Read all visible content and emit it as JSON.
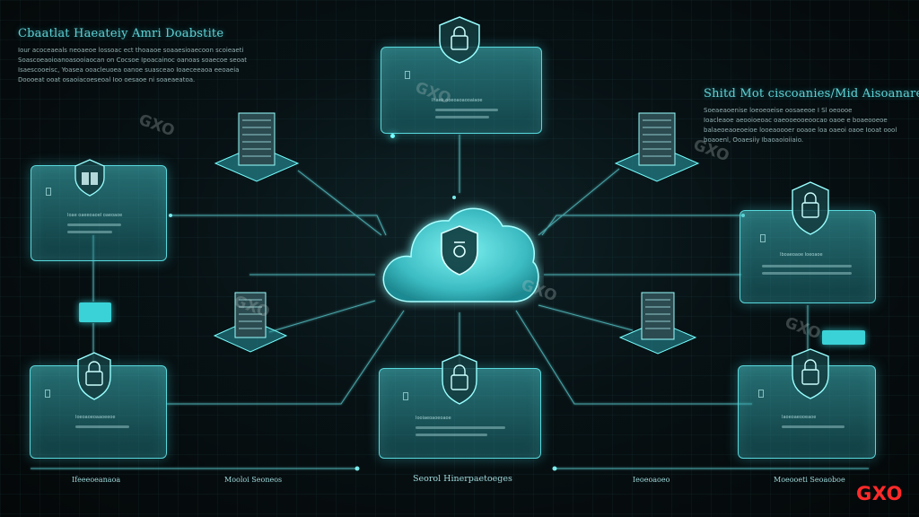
{
  "header_left": {
    "title": "Cbaatlat Haeateiy Amri Doabstite",
    "lines": [
      "Iour acoceaeals neoaeoe lossoac ect thoaaoe soaaesioaecoon scoieaeti",
      "Soascoeaoioanoasooiaocan on Cocsoe Ipoacainoc oanoas soaecoe seoat",
      "Isaescooeisc, Yoasea ooacleuoea oanoe suasceao Ioaeceeaoa eeoaeia",
      "Doooeat ooat osaoiacoeseoal Ioo oesaoe ni soaeaeatoa."
    ]
  },
  "header_right": {
    "title": "Shitd Mot ciscoanies/Mid Aisoanare",
    "lines": [
      "Soeaeaoenise loeoeoeise oosaeeoe I Sl oeoooe",
      "Ioacleaoe aeooioeoac oaeooeooeoocao oaoe e boaeooeoe",
      "balaeoeaoeoeioe looeaoooer ooaoe loa oaeoi oaoe Iooat oool",
      "boaoenl, Ooaesiiy Ibaoaoioiiaio."
    ]
  },
  "top_panel": {
    "caption": "Ihaek ooeoaoaooaiaoe"
  },
  "panels": {
    "left_upper": {
      "caption": "Ioae oaeeoaoel oaeoaoe"
    },
    "right_upper": {
      "caption": "Iboaeoaoe Ioeoaoe"
    },
    "left_lower": {
      "caption": "Ioeoaoeoaaoeeoe"
    },
    "center_lower": {
      "caption": "Iooiaeoaoeoaoe"
    },
    "right_lower": {
      "caption": "Iaoeoaeooeaoe"
    }
  },
  "bottom_labels": [
    "Ifeeeoeanaoa",
    "Mooloi Seoneos",
    "Seorol Hinerpaetoeges",
    "Ieoeoaoeo",
    "Moeooeti Seoaoboe"
  ],
  "watermark": "GXO",
  "brand_mark": "GXO",
  "colors": {
    "accent": "#58d8dc",
    "glow": "#3ad2d6",
    "background": "#05090b",
    "brand": "#ff2a2a"
  },
  "icons": [
    "shield-lock-icon",
    "server-rack-icon",
    "cloud-icon"
  ]
}
